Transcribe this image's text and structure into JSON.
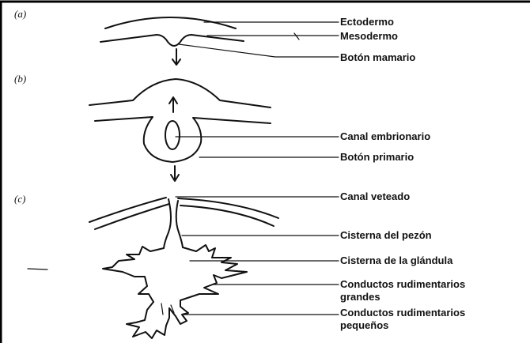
{
  "panels": {
    "a": "(a)",
    "b": "(b)",
    "c": "(c)"
  },
  "labels": {
    "ectodermo": "Ectodermo",
    "mesodermo": "Mesodermo",
    "boton_mamario": "Botón mamario",
    "canal_embrionario": "Canal embrionario",
    "boton_primario": "Botón primario",
    "canal_veteado": "Canal veteado",
    "cisterna_pezon": "Cisterna del pezón",
    "cisterna_glandula": "Cisterna de la glándula",
    "conductos_grandes_1": "Conductos rudimentarios",
    "conductos_grandes_2": "grandes",
    "conductos_pequenos_1": "Conductos rudimentarios",
    "conductos_pequenos_2": "pequeños"
  }
}
